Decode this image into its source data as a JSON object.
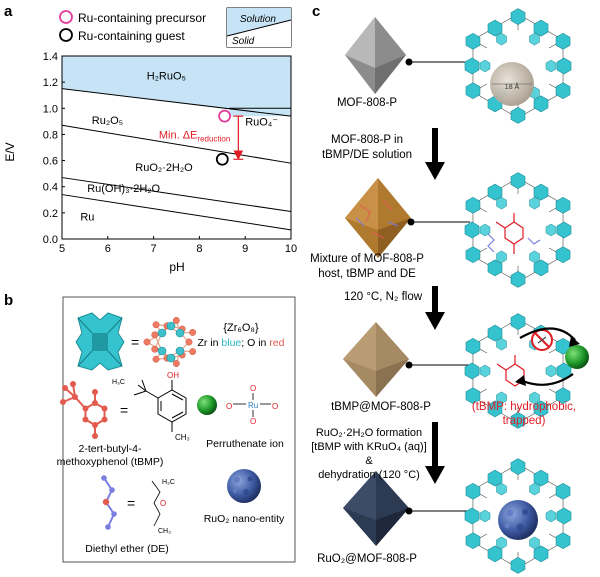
{
  "panel_a": {
    "label": "a",
    "legend": {
      "precursor": "Ru-containing precursor",
      "guest": "Ru-containing guest"
    },
    "inset": {
      "solution": "Solution",
      "solid": "Solid"
    },
    "ylabel": "E/V",
    "xlabel": "pH",
    "xticks": [
      "5",
      "6",
      "7",
      "8",
      "9",
      "10"
    ],
    "yticks": [
      "0.0",
      "0.2",
      "0.4",
      "0.6",
      "0.8",
      "1.0",
      "1.2",
      "1.4"
    ],
    "species": {
      "h2ruo5": "H₂RuO₅",
      "ru2o5": "Ru₂O₅",
      "ruo4": "RuO₄⁻",
      "ruo2": "RuO₂·2H₂O",
      "ruoh3": "Ru(OH)₃·2H₂O",
      "ru": "Ru"
    },
    "annotation": "Min. ΔE",
    "annotation_sub": "reduction",
    "colors": {
      "solution_fill": "#c6e4f5",
      "annotation": "#e21b23",
      "precursor": "#e23c9b"
    }
  },
  "chart_data": {
    "type": "line",
    "xlabel": "pH",
    "ylabel": "E/V",
    "xlim": [
      5,
      10
    ],
    "ylim": [
      0,
      1.4
    ],
    "series": [
      {
        "x": [
          5,
          10
        ],
        "y": [
          1.15,
          0.94
        ]
      },
      {
        "x": [
          5,
          10
        ],
        "y": [
          0.87,
          0.58
        ]
      },
      {
        "x": [
          5,
          10
        ],
        "y": [
          0.47,
          0.21
        ]
      },
      {
        "x": [
          5,
          10
        ],
        "y": [
          0.34,
          0.07
        ]
      }
    ],
    "boundary_y": 1.0,
    "boundary_x_range": [
      8.65,
      10
    ],
    "points": [
      {
        "label": "Ru-containing precursor",
        "x": 8.55,
        "y": 0.94
      },
      {
        "label": "Ru-containing guest",
        "x": 8.5,
        "y": 0.61
      }
    ],
    "delta_arrow": {
      "x": 8.85,
      "y_from": 0.94,
      "y_to": 0.61
    }
  },
  "panel_b": {
    "label": "b",
    "zr_formula": "{Zr₆O₈}",
    "zr_desc_pre": "Zr in ",
    "zr_blue": "blue",
    "zr_desc_mid": "; O in ",
    "zr_red": "red",
    "tbmp_line1": "2-tert-butyl-4-",
    "tbmp_line2": "methoxyphenol (tBMP)",
    "perruthenate": "Perruthenate ion",
    "ruo2_nano": "RuO₂ nano-entity",
    "de": "Diethyl ether (DE)",
    "eq": "=",
    "atom_oh": "OH",
    "atom_o": "O",
    "atom_ru": "Ru",
    "atom_ch3": "CH₃",
    "atom_h3c": "H₃C"
  },
  "panel_c": {
    "label": "c",
    "step1": "MOF-808-P",
    "arrow1_line1": "MOF-808-P in",
    "arrow1_line2": "tBMP/DE solution",
    "step2_line1": "Mixture of MOF-808-P",
    "step2_line2": "host, tBMP and DE",
    "arrow2_line1": "120 °C, N₂ flow",
    "step3": "tBMP@MOF-808-P",
    "trapped_line1": "(tBMP: hydrophobic,",
    "trapped_line2": "trapped)",
    "arrow3_line1": "RuO₂·2H₂O formation",
    "arrow3_line2": "[tBMP with KRuO₄ (aq)]",
    "arrow3_line3": "&",
    "arrow3_line4": "dehydration (120 °C)",
    "step4": "RuO₂@MOF-808-P",
    "pore": "18 Å",
    "colors": {
      "mof": "#35c4cf",
      "octa_grey": "#8c8c8c",
      "octa_orange": "#b07a2e",
      "octa_tan": "#a68a63",
      "octa_navy": "#2c3a52",
      "ruo2_blue": "#3d5aa3",
      "guest_green": "#1f9a2a"
    }
  }
}
